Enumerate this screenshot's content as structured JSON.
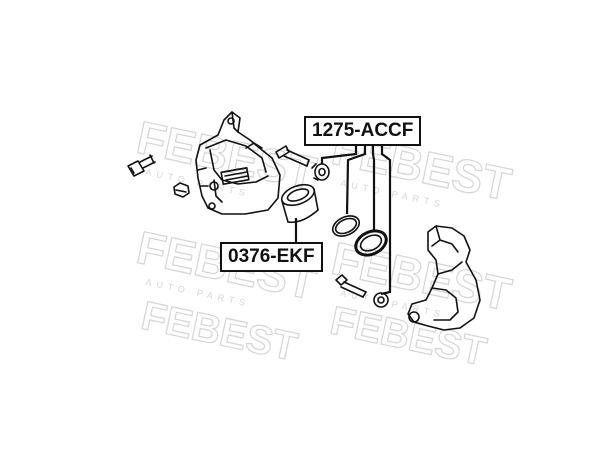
{
  "labels": {
    "caliper_kit": "1275-ACCF",
    "piston": "0376-EKF"
  },
  "watermark": {
    "brand": "FEBEST",
    "sub": "AUTO PARTS"
  },
  "colors": {
    "line": "#111111",
    "watermark": "#d5d5d5",
    "background": "#ffffff"
  }
}
